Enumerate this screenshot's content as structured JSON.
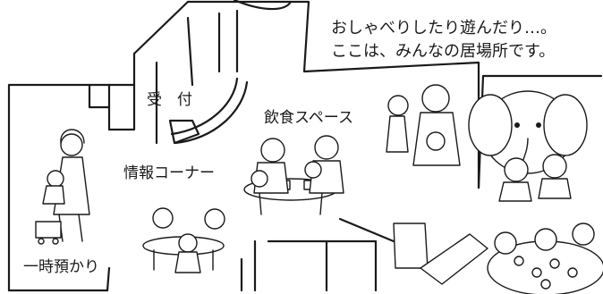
{
  "caption": {
    "line1": "おしゃべりしたり遊んだり…。",
    "line2": "ここは、みんなの居場所です。"
  },
  "rooms": {
    "reception": "受　付",
    "dining": "飲食スペース",
    "info": "情報コーナー",
    "daycare": "一時預かり"
  },
  "colors": {
    "ink": "#1a1a1a",
    "paper": "#ffffff"
  }
}
